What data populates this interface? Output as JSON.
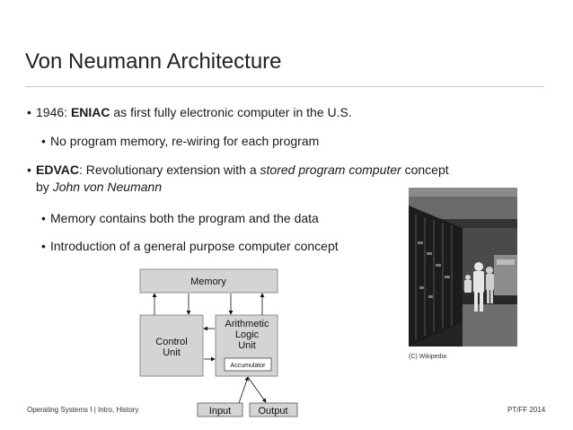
{
  "slide": {
    "title": "Von Neumann Architecture",
    "bullets": [
      {
        "pre": "1946: ",
        "bold": "ENIAC",
        "post": " as first fully electronic computer in the U.S."
      },
      {
        "text": "No program memory, re-wiring for each program"
      },
      {
        "bold": "EDVAC",
        "pre2": ": Revolutionary extension with a ",
        "italic": "stored program computer",
        "post": " concept",
        "line2_pre": "by ",
        "line2_italic": "John von Neumann"
      },
      {
        "text": "Memory contains both the program and the data"
      },
      {
        "text": "Introduction of a general purpose computer concept"
      }
    ],
    "bullet_glyph": "•",
    "photo_credit": "(C) Wikipedia",
    "footer_left": "Operating Systems I | Intro, History",
    "footer_right": "PT/FF 2014"
  },
  "diagram": {
    "memory": "Memory",
    "control_line1": "Control",
    "control_line2": "Unit",
    "alu_line1": "Arithmetic",
    "alu_line2": "Logic",
    "alu_line3": "Unit",
    "accumulator": "Accumulator",
    "input": "Input",
    "output": "Output",
    "box_fill": "#d4d4d4"
  }
}
